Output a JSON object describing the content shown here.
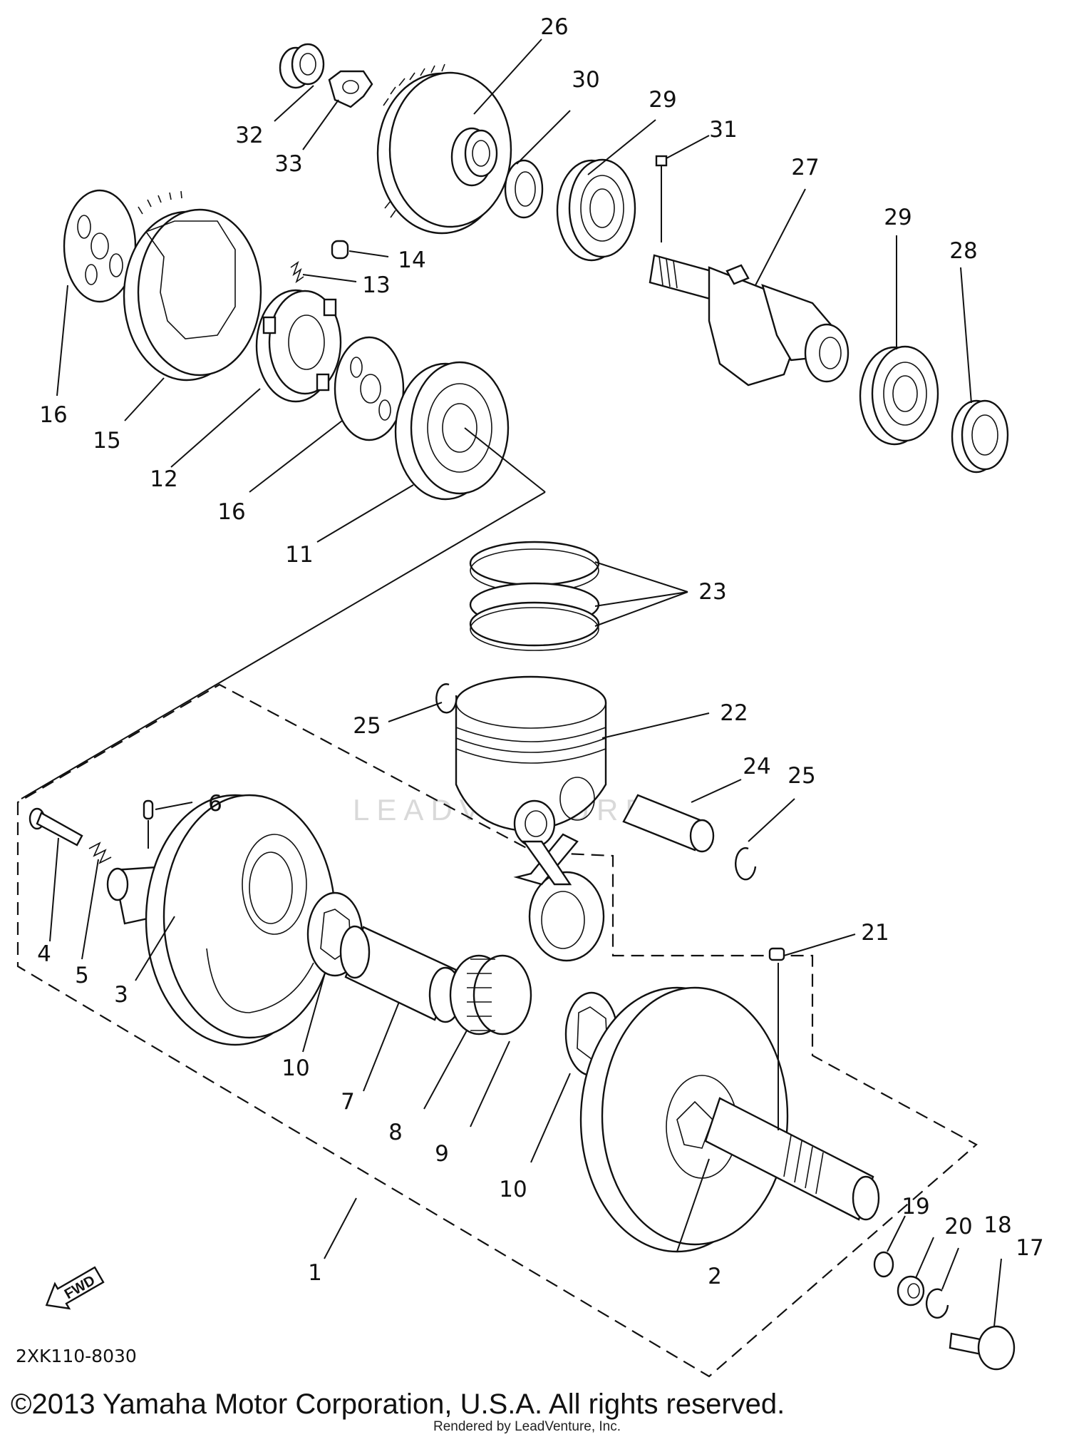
{
  "labels": {
    "p1": "1",
    "p2": "2",
    "p3": "3",
    "p4": "4",
    "p5": "5",
    "p6": "6",
    "p7": "7",
    "p8": "8",
    "p9": "9",
    "p10a": "10",
    "p10b": "10",
    "p11": "11",
    "p12": "12",
    "p13": "13",
    "p14": "14",
    "p15": "15",
    "p16a": "16",
    "p16b": "16",
    "p17": "17",
    "p18": "18",
    "p19": "19",
    "p20": "20",
    "p21": "21",
    "p22": "22",
    "p23": "23",
    "p24": "24",
    "p25a": "25",
    "p25b": "25",
    "p26": "26",
    "p27": "27",
    "p28": "28",
    "p29a": "29",
    "p29b": "29",
    "p30": "30",
    "p31": "31",
    "p32": "32",
    "p33": "33"
  },
  "fwd_label": "FWD",
  "diagram_code": "2XK110-8030",
  "copyright": "©2013 Yamaha Motor Corporation, U.S.A. All rights reserved.",
  "rendered_by": "Rendered by LeadVenture, Inc.",
  "watermark": "LEADVENTURE"
}
